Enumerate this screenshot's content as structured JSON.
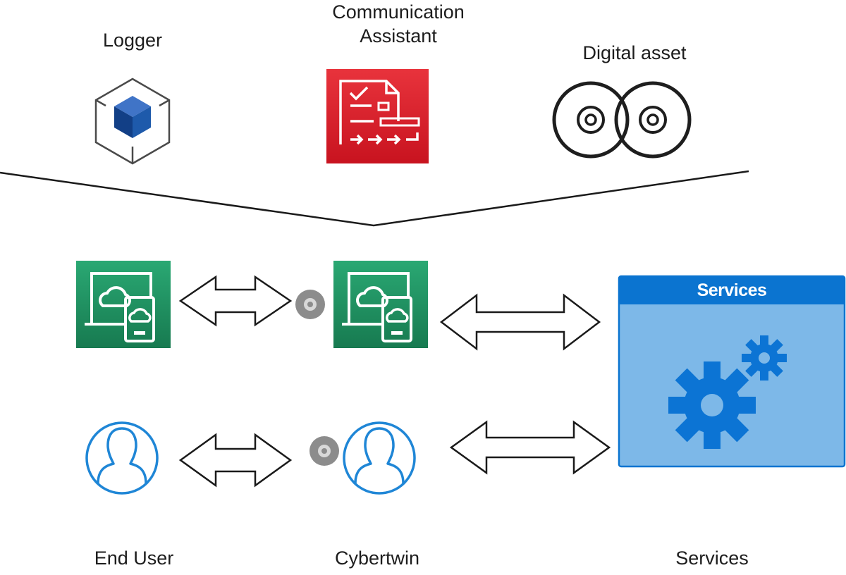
{
  "labels": {
    "logger": "Logger",
    "communication_assistant": [
      "Communication",
      "Assistant"
    ],
    "digital_asset": "Digital asset",
    "end_user": "End User",
    "cybertwin": "Cybertwin",
    "services": "Services"
  },
  "services_panel": {
    "title": "Services"
  },
  "icons": {
    "logger": "cube-box-icon",
    "communication_assistant": "checklist-document-icon",
    "digital_asset": "twin-disc-icon",
    "device": "cloud-devices-icon",
    "user": "user-avatar-icon",
    "connector": "disc-connector-icon",
    "services": "gears-icon"
  },
  "colors": {
    "device_green": "#1f8a5e",
    "alert_red": "#d91e2a",
    "user_blue": "#1f86d6",
    "panel_blue": "#7db8e8",
    "panel_header": "#0b74d0",
    "gear_blue": "#0c74d4",
    "connector_gray": "#8a8a8a"
  }
}
